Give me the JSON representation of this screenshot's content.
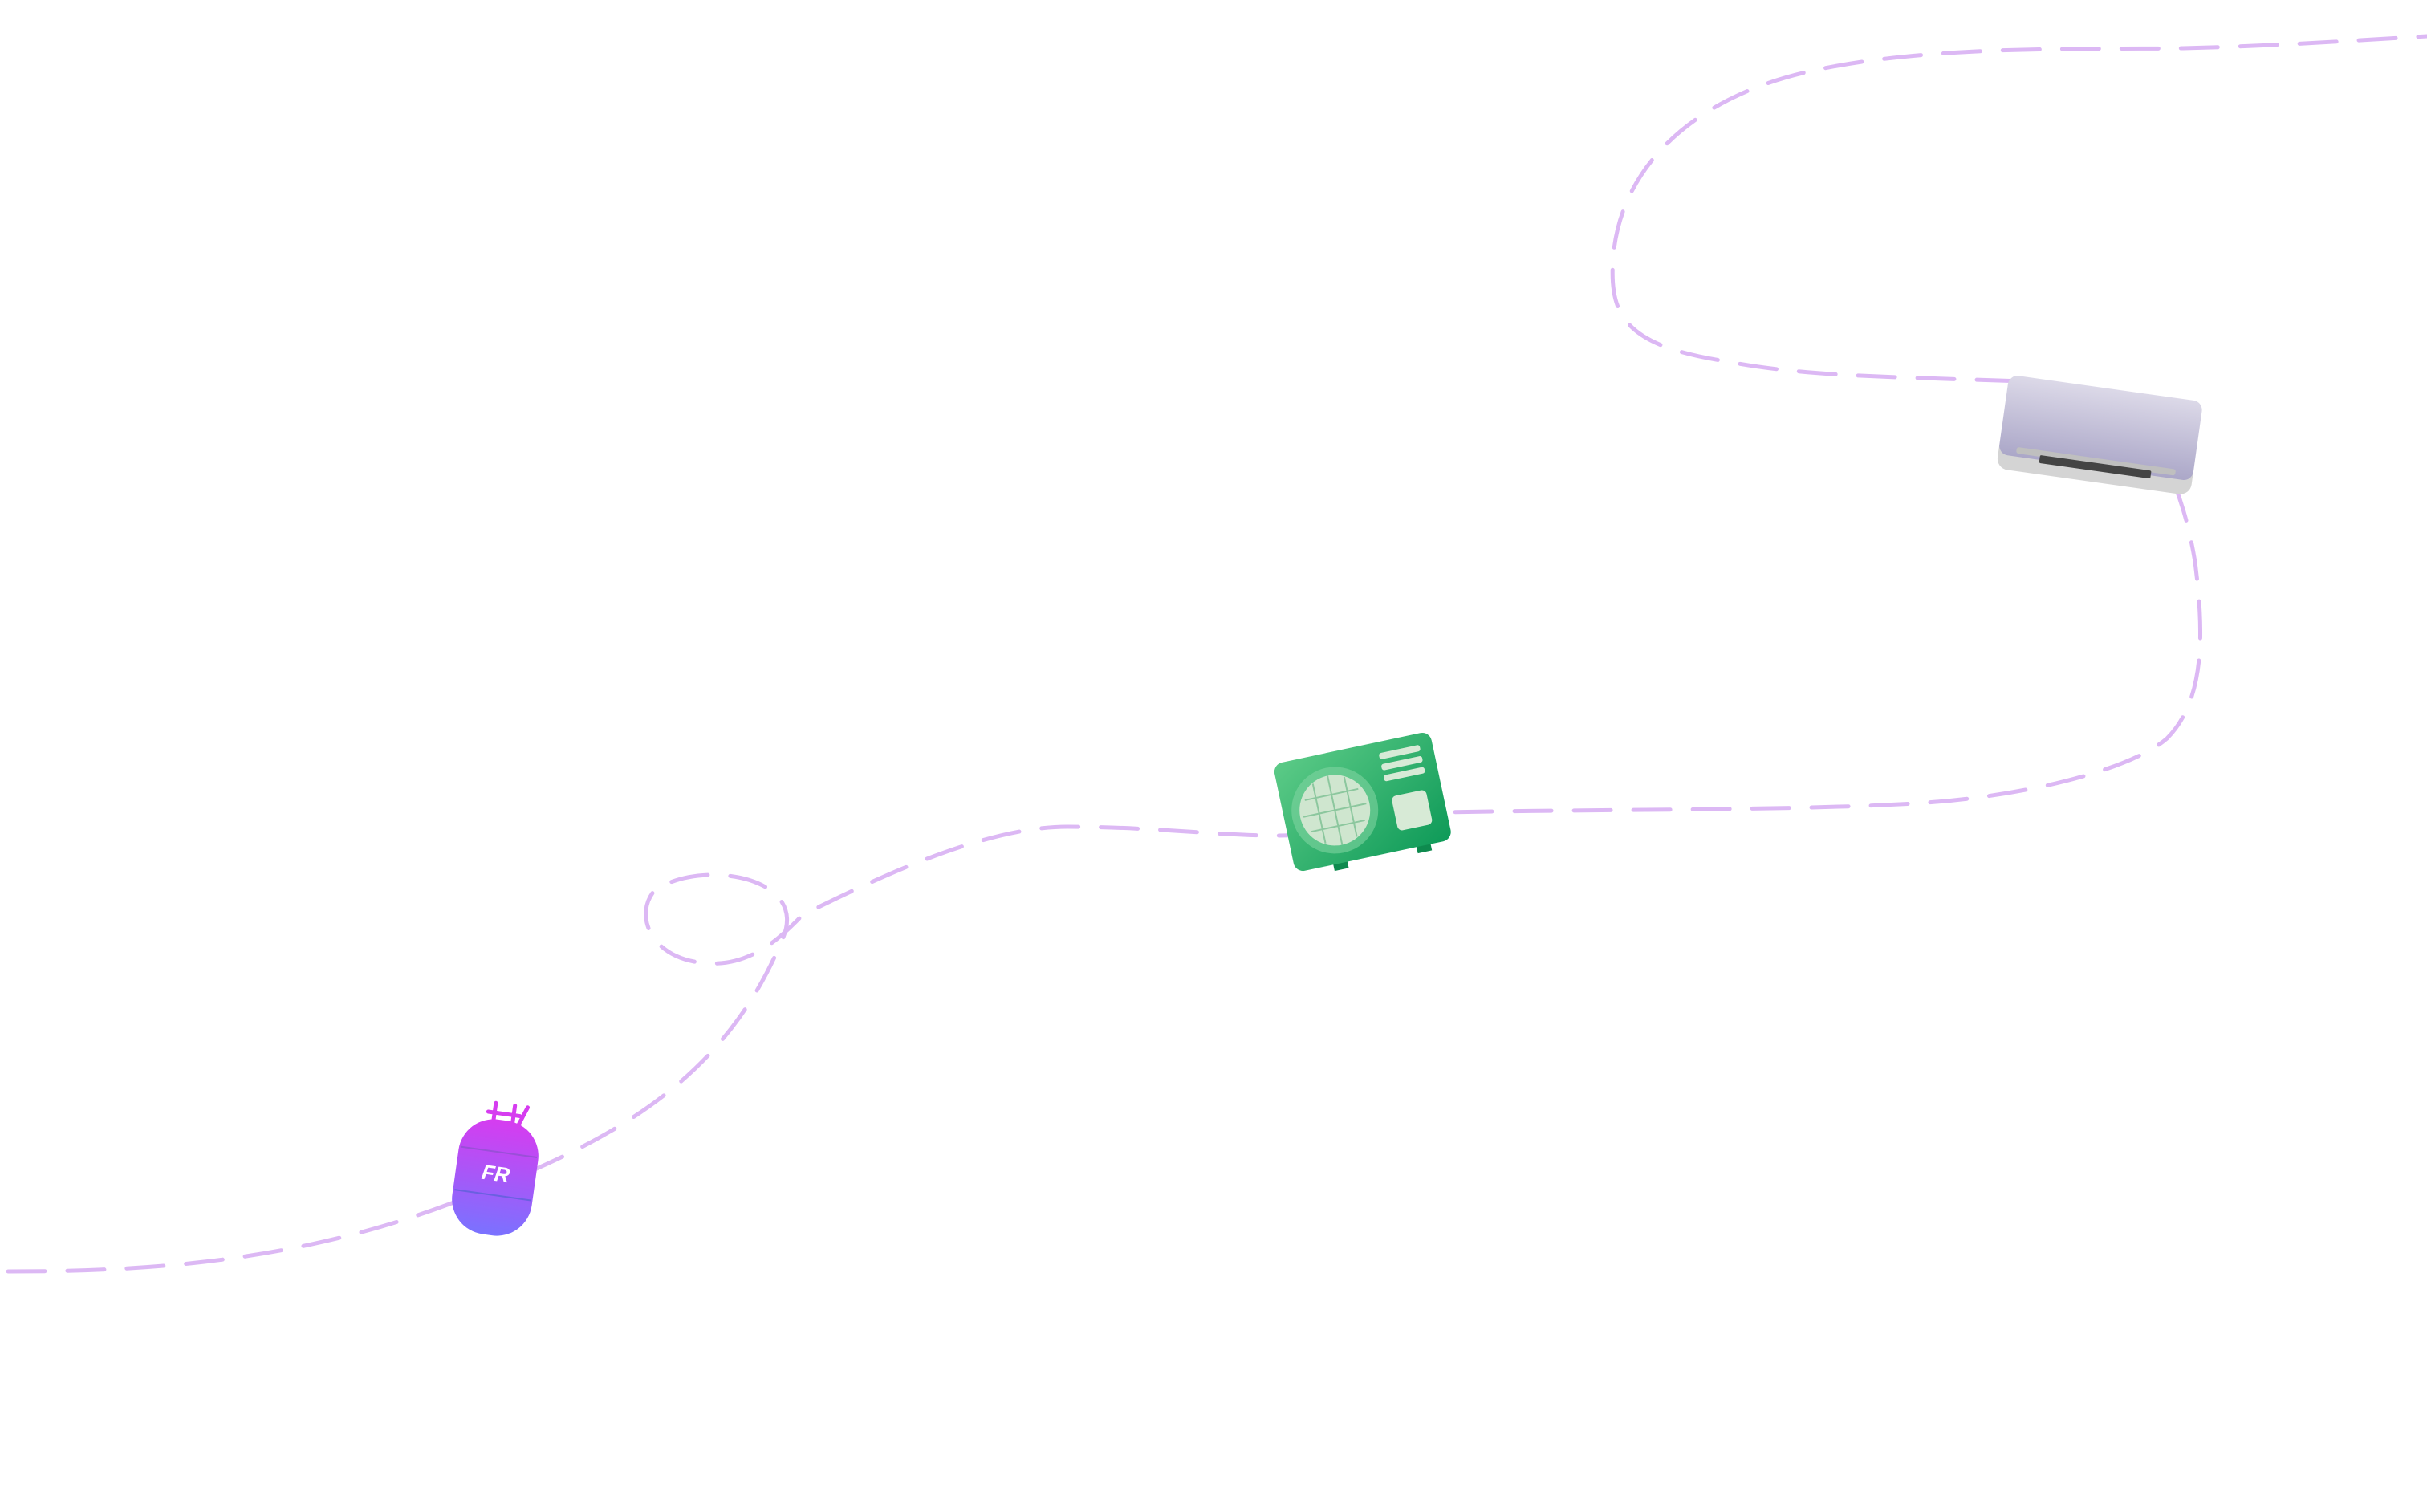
{
  "scene": {
    "background_color": "#ffffff",
    "path_color": "#dcb8f4",
    "items": [
      {
        "name": "refrigerant-cylinder",
        "icon": "gas-cylinder-icon",
        "label": "FR",
        "colors": {
          "top": "#d63cf0",
          "bottom": "#7a72ff",
          "band": "#9a4fd8",
          "label": "#ffffff"
        }
      },
      {
        "name": "outdoor-ac-unit",
        "icon": "ac-outdoor-unit-icon",
        "colors": {
          "body_light": "#4fc27e",
          "body_dark": "#0e9a58",
          "fan_grille": "#cfe6cf",
          "panel": "#d7ead6"
        }
      },
      {
        "name": "indoor-split-ac",
        "icon": "split-ac-indoor-unit-icon",
        "colors": {
          "body_top": "#d8d5e4",
          "body_bottom": "#aeaaca",
          "base": "#d4d4d4",
          "vent": "#444444"
        }
      }
    ]
  }
}
